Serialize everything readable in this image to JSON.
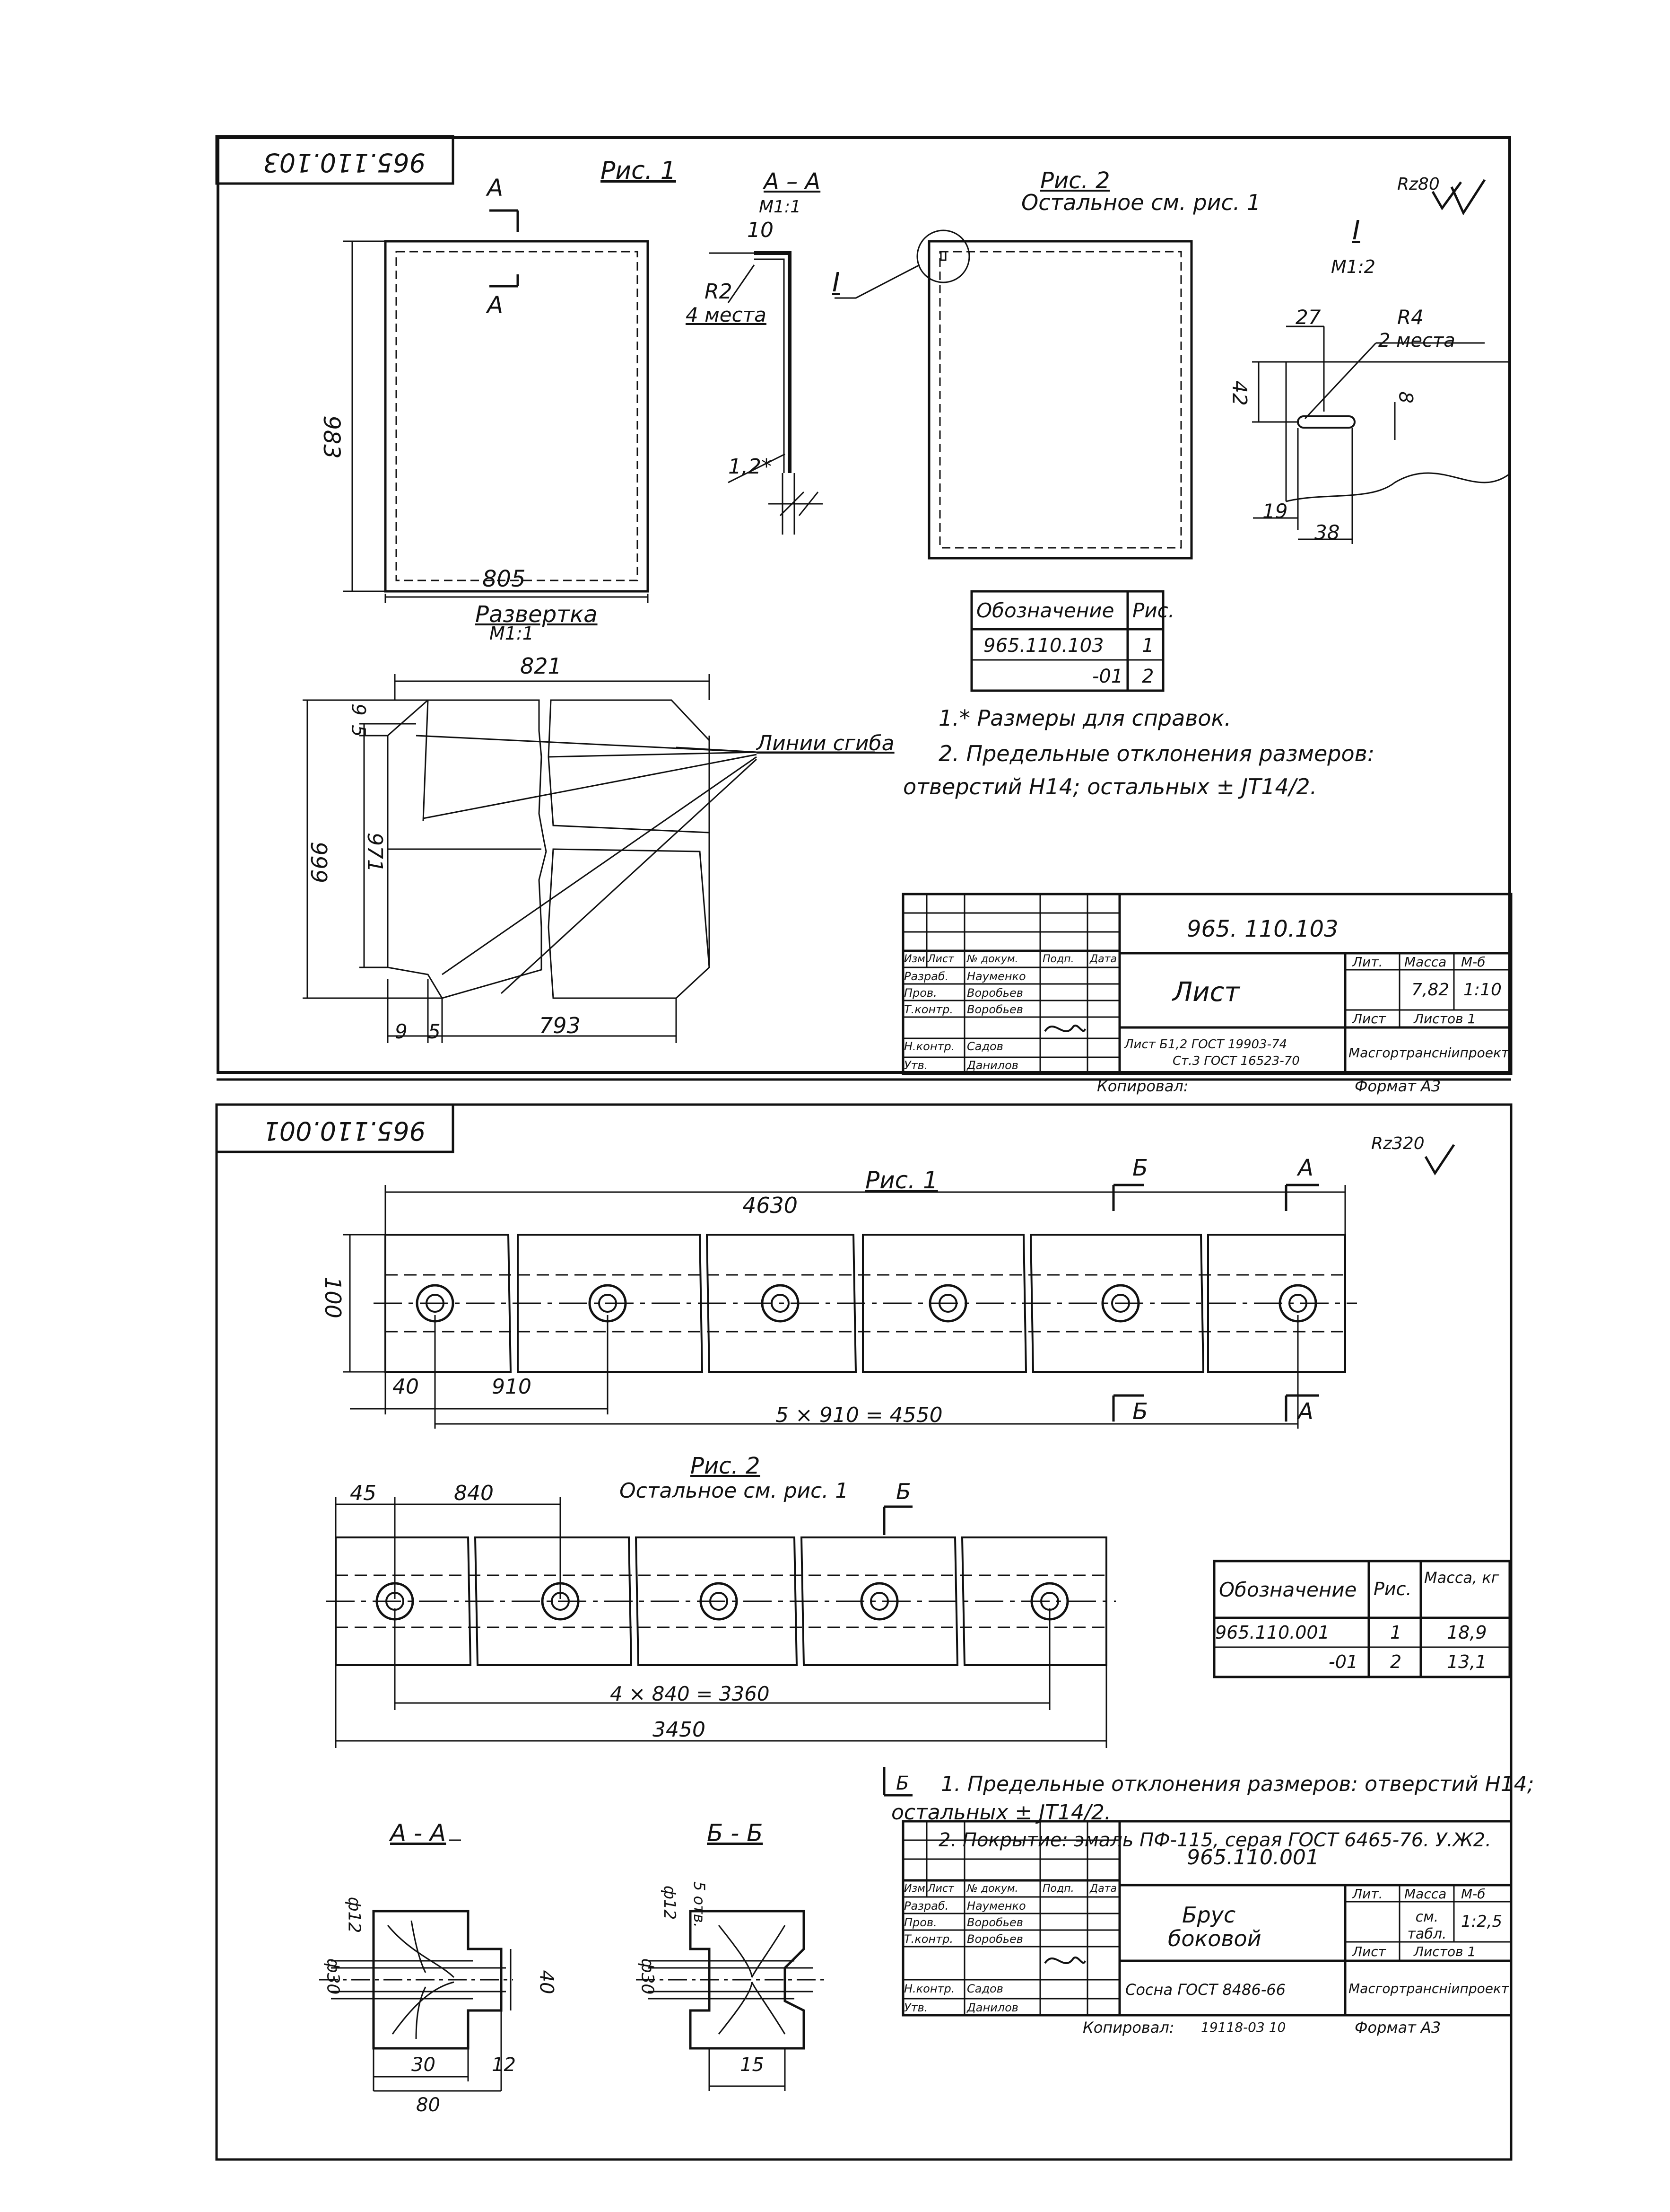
{
  "sheet_top": {
    "code_stamp": "965.110.103",
    "fig1_label": "Рис. 1",
    "section_aa_label": "A – A",
    "section_aa_scale": "M1:1",
    "fig2_label": "Рис. 2",
    "fig2_note": "Остальное см. рис. 1",
    "roughness": "Rz80",
    "detail_label": "I",
    "detail_scale": "M1:2",
    "cut_mark_a": "A",
    "dim_983": "983",
    "dim_805": "805",
    "dim_10": "10",
    "dim_r2": "R2",
    "dim_r2_note": "4 места",
    "dim_1_2": "1,2*",
    "dim_27": "27",
    "dim_r4": "R4",
    "dim_r4_note": "2 места",
    "dim_42": "42",
    "dim_8": "8",
    "dim_19": "19",
    "dim_38": "38",
    "razvertka_label": "Развертка",
    "razvertka_scale": "M1:1",
    "dim_821": "821",
    "dim_5": "5",
    "dim_9": "9",
    "dim_999": "999",
    "dim_971": "971",
    "dim_9b": "9",
    "dim_5b": "5",
    "dim_793": "793",
    "fold_lines_label": "Линии сгиба",
    "table": {
      "header_designation": "Обозначение",
      "header_fig": "Рис.",
      "rows": [
        {
          "designation": "965.110.103",
          "fig": "1"
        },
        {
          "designation": "-01",
          "fig": "2"
        }
      ]
    },
    "notes": [
      "1.* Размеры для справок.",
      "2. Предельные отклонения размеров:",
      "отверстий H14; остальных ± JT14/2."
    ],
    "title_block": {
      "code": "965. 110.103",
      "name": "Лист",
      "lit": "Лит.",
      "mass_label": "Масса",
      "scale_label": "М-б",
      "mass": "7,82",
      "scale": "1:10",
      "sheet": "Лист",
      "sheets": "Листов 1",
      "material_1": "Лист  Б1,2 ГОСТ 19903-74",
      "material_2": "Ст.3 ГОСТ 16523-70",
      "org": "Масгортранснiипроект",
      "roles": [
        "Изм.",
        "Лист",
        "№ докум.",
        "Подп.",
        "Дата"
      ],
      "people": [
        {
          "role": "Разраб.",
          "name": "Науменко"
        },
        {
          "role": "Пров.",
          "name": "Воробьев"
        },
        {
          "role": "Т.контр.",
          "name": "Воробьев"
        },
        {
          "role": "Н.контр.",
          "name": "Садов"
        },
        {
          "role": "Утв.",
          "name": "Данилов"
        }
      ],
      "copied": "Копировал:",
      "format": "Формат А3"
    }
  },
  "sheet_bottom": {
    "code_stamp": "965.110.001",
    "roughness": "Rz320",
    "fig1_label": "Рис. 1",
    "cut_b": "Б",
    "cut_a": "А",
    "dim_4630": "4630",
    "dim_100": "100",
    "dim_40": "40",
    "dim_910": "910",
    "dim_5x910": "5 × 910 = 4550",
    "fig2_label": "Рис. 2",
    "fig2_note": "Остальное  см.  рис. 1",
    "dim_45": "45",
    "dim_840": "840",
    "dim_4x840": "4 × 840 = 3360",
    "dim_3450": "3450",
    "table": {
      "header_designation": "Обозначение",
      "header_fig": "Рис.",
      "header_mass": "Масса, кг",
      "rows": [
        {
          "designation": "965.110.001",
          "fig": "1",
          "mass": "18,9"
        },
        {
          "designation": "-01",
          "fig": "2",
          "mass": "13,1"
        }
      ]
    },
    "section_aa": "А - А",
    "section_bb": "Б - Б",
    "dim_phi12": "ф12",
    "dim_phi30": "ф30",
    "dim_40b": "40",
    "dim_30": "30",
    "dim_12": "12",
    "dim_80": "80",
    "dim_phi12b": "ф12",
    "dim_5otv": "5 отв.",
    "dim_phi30b": "ф30",
    "dim_15": "15",
    "notes": [
      "1. Предельные  отклонения  размеров: отверстий H14;",
      "остальных ± JT14/2.",
      "2. Покрытие: эмаль ПФ-115, серая ГОСТ 6465-76. У.Ж2."
    ],
    "title_block": {
      "code": "965.110.001",
      "name_1": "Брус",
      "name_2": "боковой",
      "lit": "Лит.",
      "mass_label": "Масса",
      "scale_label": "М-б",
      "mass": "см. табл.",
      "scale": "1:2,5",
      "sheet": "Лист",
      "sheets": "Листов 1",
      "material": "Сосна  ГОСТ 8486-66",
      "org": "Масгортранснiипроект",
      "roles": [
        "Изм.",
        "Лист",
        "№ докум.",
        "Подп.",
        "Дата"
      ],
      "people": [
        {
          "role": "Разраб.",
          "name": "Науменко"
        },
        {
          "role": "Пров.",
          "name": "Воробьев"
        },
        {
          "role": "Т.контр.",
          "name": "Воробьев"
        },
        {
          "role": "Н.контр.",
          "name": "Садов"
        },
        {
          "role": "Утв.",
          "name": "Данилов"
        }
      ],
      "copied": "Копировал:",
      "copied_code": "19118-03     10",
      "format": "Формат А3"
    }
  }
}
